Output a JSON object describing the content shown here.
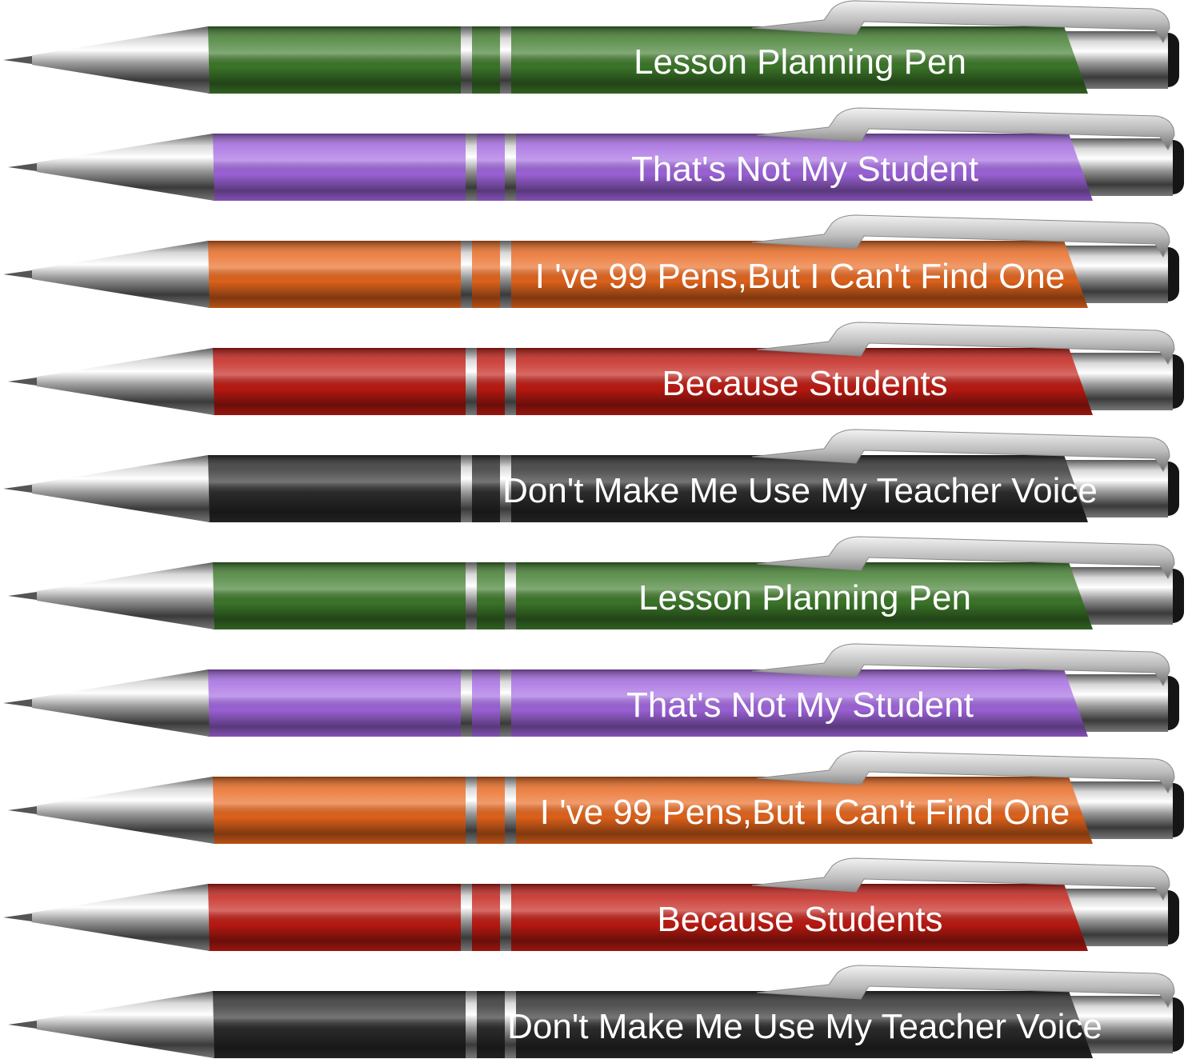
{
  "pens": [
    {
      "color": "green",
      "body_color": "#3d7a2a",
      "text": "Lesson Planning Pen"
    },
    {
      "color": "purple",
      "body_color": "#a266e0",
      "text": "That's Not My Student"
    },
    {
      "color": "orange",
      "body_color": "#e8661c",
      "text": "I 've 99 Pens,But I Can't Find One"
    },
    {
      "color": "red",
      "body_color": "#c11a12",
      "text": "Because Students"
    },
    {
      "color": "black",
      "body_color": "#2a2a2a",
      "text": "Don't Make Me Use My Teacher Voice"
    },
    {
      "color": "green",
      "body_color": "#3d7a2a",
      "text": "Lesson Planning Pen"
    },
    {
      "color": "purple",
      "body_color": "#a266e0",
      "text": "That's Not My Student"
    },
    {
      "color": "orange",
      "body_color": "#e8661c",
      "text": "I 've 99 Pens,But I Can't Find One"
    },
    {
      "color": "red",
      "body_color": "#c11a12",
      "text": "Because Students"
    },
    {
      "color": "black",
      "body_color": "#2a2a2a",
      "text": "Don't Make Me Use My Teacher Voice"
    }
  ]
}
